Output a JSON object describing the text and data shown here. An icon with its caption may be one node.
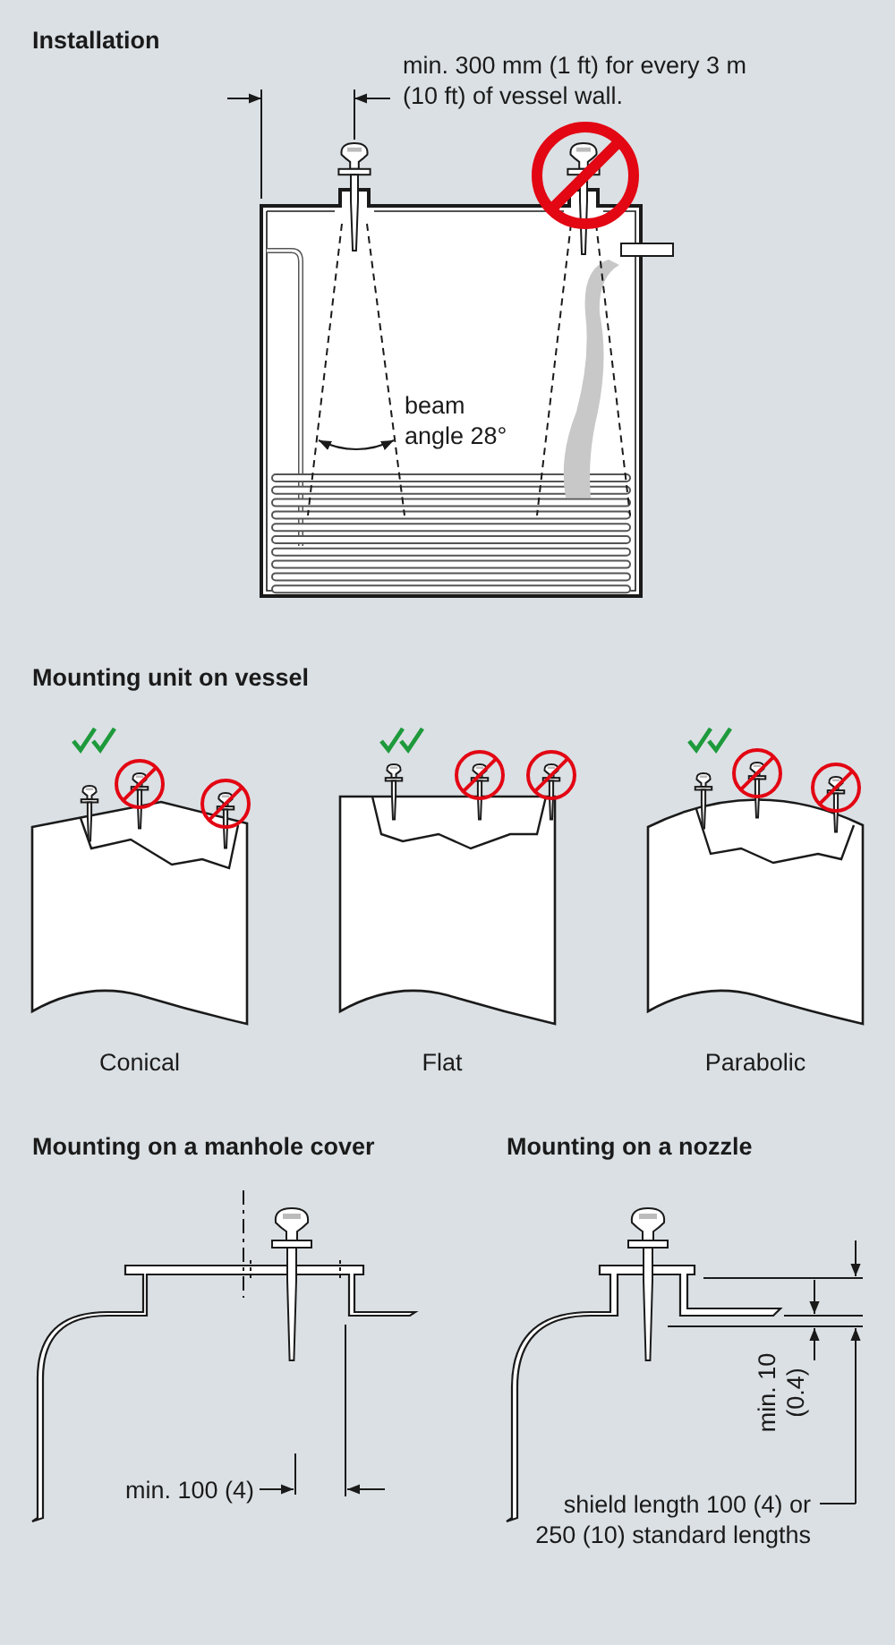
{
  "diagram": {
    "labels": [
      "Installation",
      "min. 300 mm (1 ft) for every 3 m (10 ft) of vessel wall.",
      "beam angle 28°",
      "Mounting unit on vessel",
      "Conical",
      "Flat",
      "Parabolic",
      "Mounting on a manhole cover",
      "Mounting on a nozzle",
      "min. 100 (4)",
      "min. 10 (0.4)",
      "shield length 100 (4) or 250 (10) standard lengths"
    ]
  }
}
